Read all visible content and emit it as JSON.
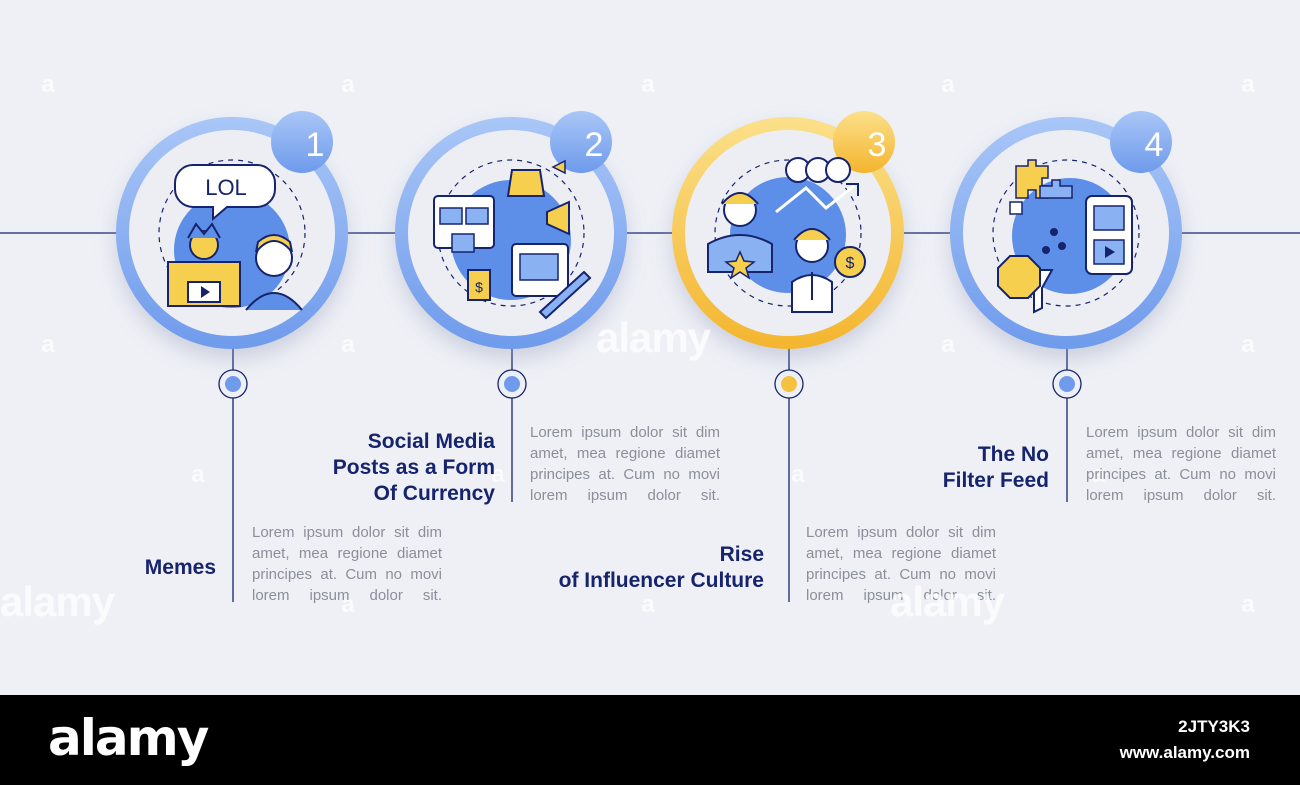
{
  "colors": {
    "background": "#eef0f6",
    "title": "#16246e",
    "description": "#8b8f9a",
    "ring_blue": "#8ab2f2",
    "ring_blue_dark": "#5e8fe8",
    "ring_orange": "#f6c13e",
    "ring_orange_light": "#fbe08a",
    "icon_blue": "#4c7fe6",
    "icon_yellow": "#f7cf4f",
    "line": "#16246e"
  },
  "steps": [
    {
      "number": "1",
      "title": "Memes",
      "description": "Lorem ipsum dolor sit dim\namet, mea regione diamet\nprincipes at. Cum no movi\nlorem  ipsum  dolor  sit.",
      "accent": "blue",
      "icon": "jester-lol-icon",
      "icon_text": "LOL"
    },
    {
      "number": "2",
      "title": "Social Media\nPosts as a Form\nOf Currency",
      "description": "Lorem ipsum dolor sit dim\namet, mea regione diamet\nprincipes at. Cum no movi\nlorem  ipsum  dolor  sit.",
      "accent": "blue",
      "icon": "social-post-currency-icon",
      "icon_text": "$"
    },
    {
      "number": "3",
      "title": "Rise\nof Influencer Culture",
      "description": "Lorem ipsum dolor sit dim\namet, mea regione diamet\nprincipes at. Cum no movi\nlorem  ipsum  dolor  sit.",
      "accent": "orange",
      "icon": "influencer-growth-icon",
      "icon_text": "$"
    },
    {
      "number": "4",
      "title": "The No\nFilter Feed",
      "description": "Lorem ipsum dolor sit dim\namet, mea regione diamet\nprincipes at. Cum no movi\nlorem  ipsum  dolor  sit.",
      "accent": "blue",
      "icon": "no-filter-feed-icon",
      "icon_text": ""
    }
  ],
  "watermark": "alamy",
  "footer": {
    "logo": "alamy",
    "image_id": "2JTY3K3",
    "url": "www.alamy.com"
  }
}
